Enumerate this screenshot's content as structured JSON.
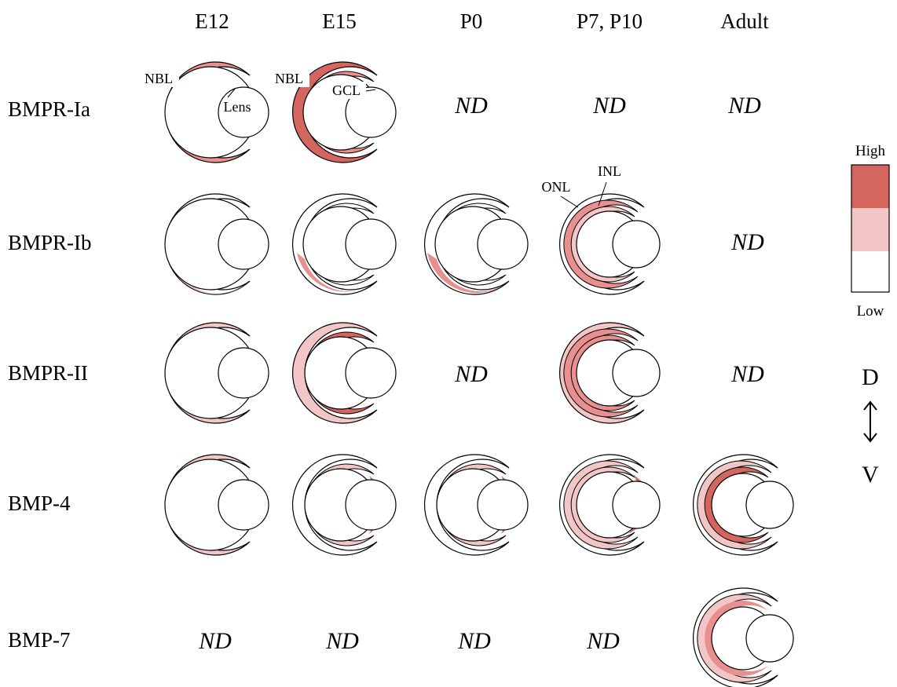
{
  "columns": [
    "E12",
    "E15",
    "P0",
    "P7, P10",
    "Adult"
  ],
  "rows": [
    "BMPR-Ia",
    "BMPR-Ib",
    "BMPR-II",
    "BMP-4",
    "BMP-7"
  ],
  "nd_label": "ND",
  "colors": {
    "high": "#d4655f",
    "medium": "#f2c6c6",
    "medium_strong": "#e89090",
    "low": "#ffffff",
    "stroke": "#000000"
  },
  "layer_labels": {
    "nbl": "NBL",
    "lens": "Lens",
    "gcl": "GCL",
    "onl": "ONL",
    "inl": "INL"
  },
  "legend": {
    "high": "High",
    "low": "Low"
  },
  "orientation": {
    "dorsal": "D",
    "ventral": "V"
  },
  "expression": {
    "BMPR-Ia": [
      "medium_strong",
      "high",
      "ND",
      "ND",
      "ND"
    ],
    "BMPR-Ib": [
      "medium_ventral",
      "medium_strong_ventral",
      "medium_strong_ventral",
      "medium_strong_onl_inl",
      "ND"
    ],
    "BMPR-II": [
      "medium",
      "high_gcl",
      "ND",
      "medium_strong_layers",
      "ND"
    ],
    "BMP-4": [
      "medium",
      "medium_gcl_patches",
      "medium_gcl_patches",
      "medium_layers_patches",
      "high_layers"
    ],
    "BMP-7": [
      "ND",
      "ND",
      "ND",
      "ND",
      "medium_strong_outer"
    ]
  }
}
